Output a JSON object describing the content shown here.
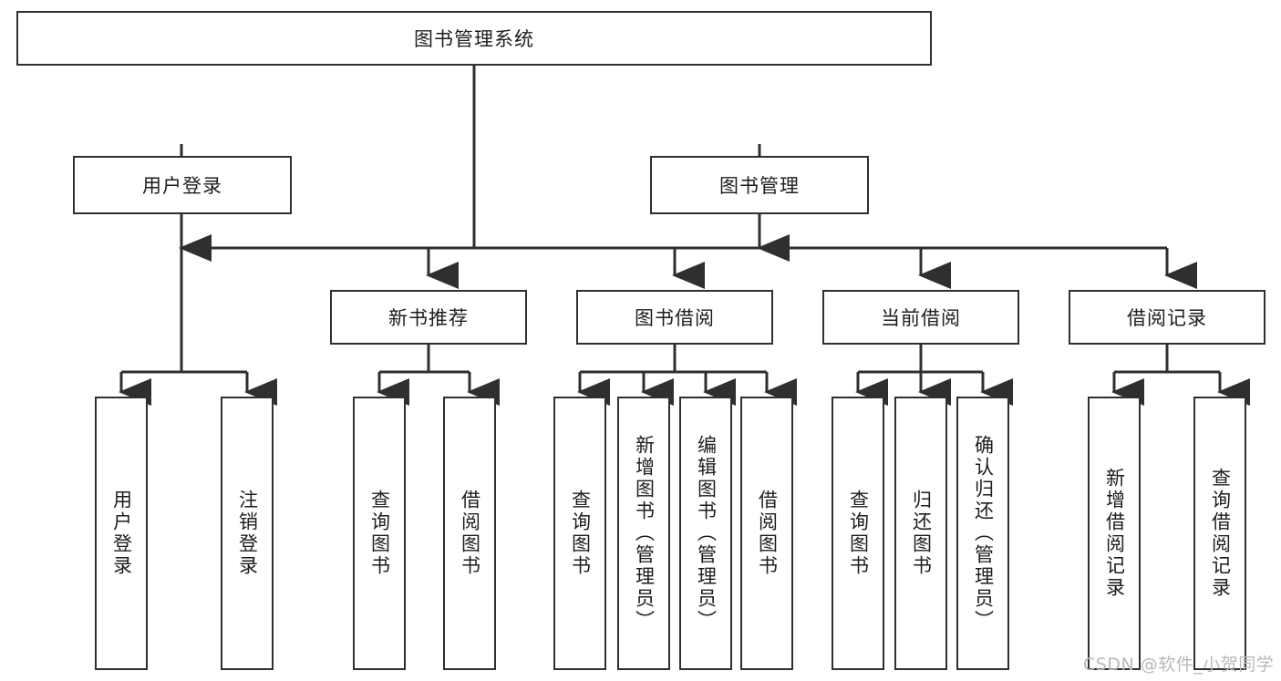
{
  "diagram": {
    "title": "图书管理系统",
    "type": "tree-hierarchy-diagram",
    "root": {
      "label": "图书管理系统"
    },
    "level2": [
      {
        "label": "用户登录"
      },
      {
        "label": "图书管理"
      }
    ],
    "level3": [
      {
        "label": "新书推荐"
      },
      {
        "label": "图书借阅"
      },
      {
        "label": "当前借阅"
      },
      {
        "label": "借阅记录"
      }
    ],
    "leaves": {
      "user_login": [
        {
          "label": "用户登录"
        },
        {
          "label": "注销登录"
        }
      ],
      "new_book_recommend": [
        {
          "label": "查询图书"
        },
        {
          "label": "借阅图书"
        }
      ],
      "book_borrow": [
        {
          "label": "查询图书"
        },
        {
          "label": "新增图书（管理员）"
        },
        {
          "label": "编辑图书（管理员）"
        },
        {
          "label": "借阅图书"
        }
      ],
      "current_borrow": [
        {
          "label": "查询图书"
        },
        {
          "label": "归还图书"
        },
        {
          "label": "确认归还（管理员）"
        }
      ],
      "borrow_record": [
        {
          "label": "新增借阅记录"
        },
        {
          "label": "查询借阅记录"
        }
      ]
    }
  },
  "watermark": {
    "text": "CSDN @软件_小贺同学"
  },
  "colors": {
    "stroke": "#2f2f2f",
    "text": "#1d1d1d",
    "background": "#ffffff",
    "watermark": "#b9b9b9"
  }
}
